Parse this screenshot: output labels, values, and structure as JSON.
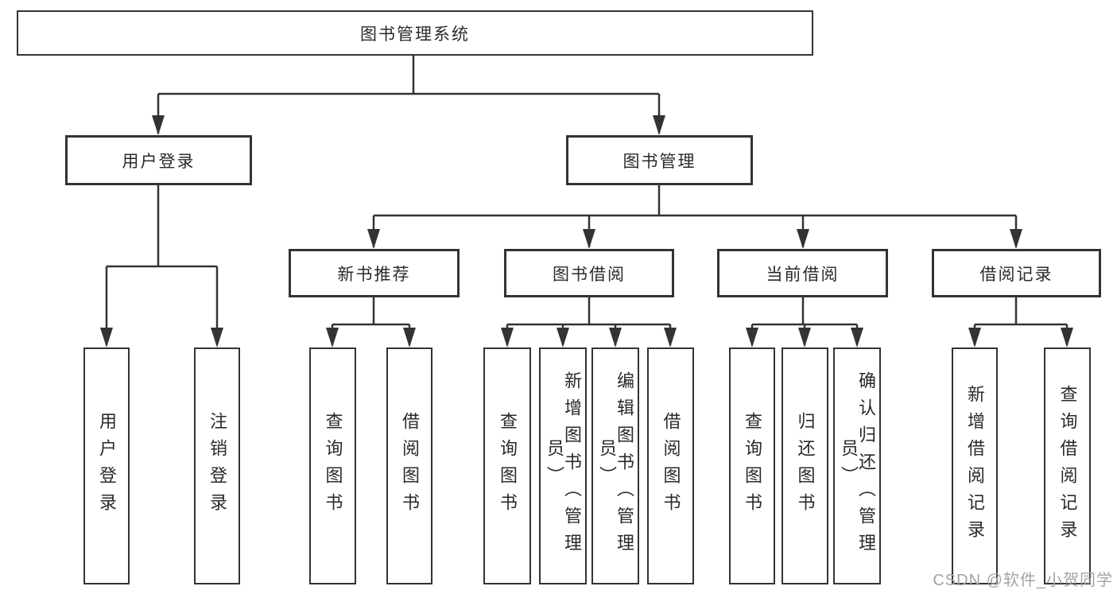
{
  "diagram": {
    "title_node": {
      "label": "图书管理系统"
    },
    "level2": [
      {
        "label": "用户登录"
      },
      {
        "label": "图书管理"
      }
    ],
    "level3": [
      {
        "label": "新书推荐",
        "parent": "图书管理"
      },
      {
        "label": "图书借阅",
        "parent": "图书管理"
      },
      {
        "label": "当前借阅",
        "parent": "图书管理"
      },
      {
        "label": "借阅记录",
        "parent": "图书管理"
      }
    ],
    "leaves": [
      {
        "label": "用户登录",
        "parent": "用户登录"
      },
      {
        "label": "注销登录",
        "parent": "用户登录"
      },
      {
        "label": "查询图书",
        "parent": "新书推荐"
      },
      {
        "label": "借阅图书",
        "parent": "新书推荐"
      },
      {
        "label": "查询图书",
        "parent": "图书借阅"
      },
      {
        "label": "新增图书（管理员）",
        "parent": "图书借阅"
      },
      {
        "label": "编辑图书（管理员）",
        "parent": "图书借阅"
      },
      {
        "label": "借阅图书",
        "parent": "图书借阅"
      },
      {
        "label": "查询图书",
        "parent": "当前借阅"
      },
      {
        "label": "归还图书",
        "parent": "当前借阅"
      },
      {
        "label": "确认归还（管理员）",
        "parent": "当前借阅"
      },
      {
        "label": "新增借阅记录",
        "parent": "借阅记录"
      },
      {
        "label": "查询借阅记录",
        "parent": "借阅记录"
      }
    ]
  },
  "watermark": {
    "text": "CSDN @软件_小贺同学",
    "color": "#a3a3a3"
  },
  "colors": {
    "line": "#333333",
    "box_border": "#333333",
    "text": "#2a2a2a",
    "background": "#ffffff"
  }
}
